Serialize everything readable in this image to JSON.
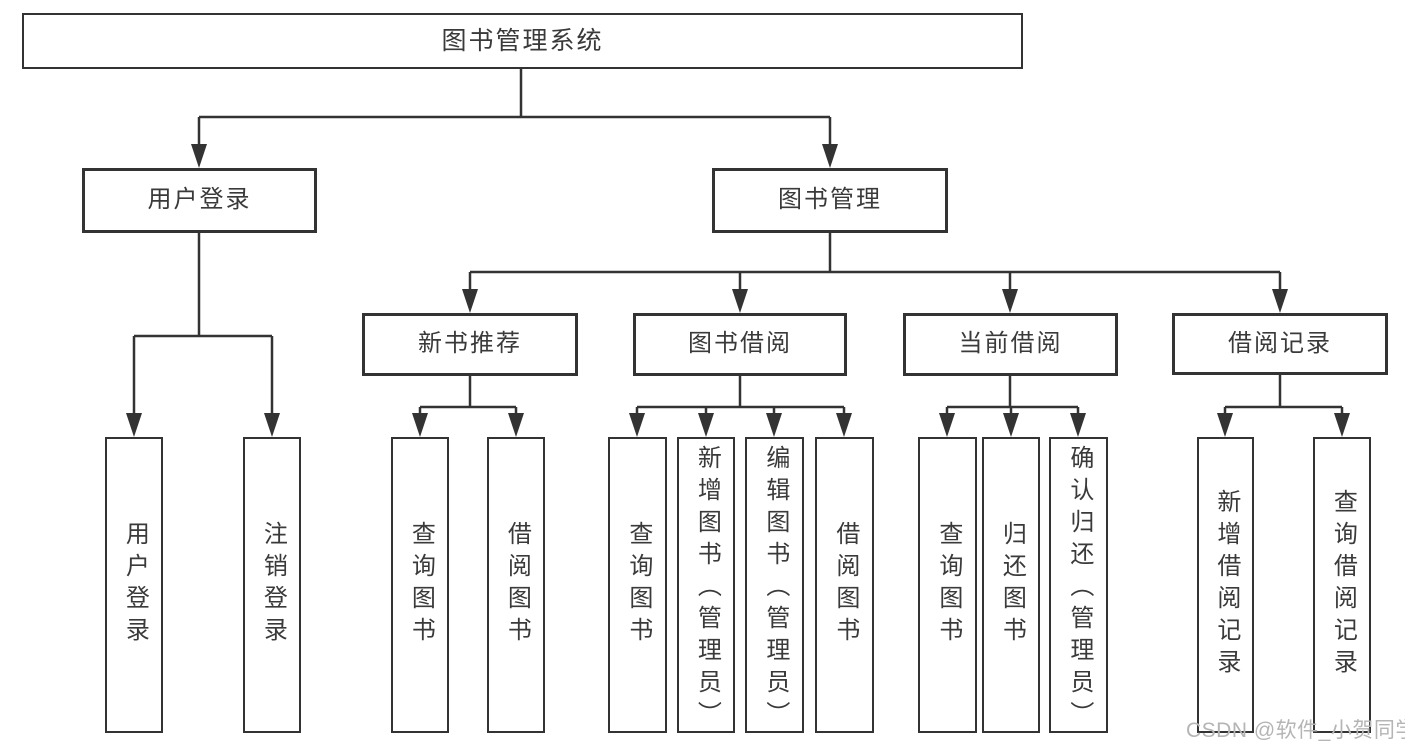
{
  "diagram": {
    "root": {
      "label": "图书管理系统"
    },
    "branches": [
      {
        "label": "用户登录",
        "children": [
          {
            "label": "用户登录"
          },
          {
            "label": "注销登录"
          }
        ]
      },
      {
        "label": "图书管理",
        "children": [
          {
            "label": "新书推荐",
            "children": [
              {
                "label": "查询图书"
              },
              {
                "label": "借阅图书"
              }
            ]
          },
          {
            "label": "图书借阅",
            "children": [
              {
                "label": "查询图书"
              },
              {
                "label": "新增图书（管理员）"
              },
              {
                "label": "编辑图书（管理员）"
              },
              {
                "label": "借阅图书"
              }
            ]
          },
          {
            "label": "当前借阅",
            "children": [
              {
                "label": "查询图书"
              },
              {
                "label": "归还图书"
              },
              {
                "label": "确认归还（管理员）"
              }
            ]
          },
          {
            "label": "借阅记录",
            "children": [
              {
                "label": "新增借阅记录"
              },
              {
                "label": "查询借阅记录"
              }
            ]
          }
        ]
      }
    ]
  },
  "watermark": {
    "text": "CSDN @软件_小贺同学"
  },
  "colors": {
    "line": "#333333",
    "text": "#3a3a3a",
    "watermark": "#b5b5b5",
    "background": "#ffffff"
  }
}
